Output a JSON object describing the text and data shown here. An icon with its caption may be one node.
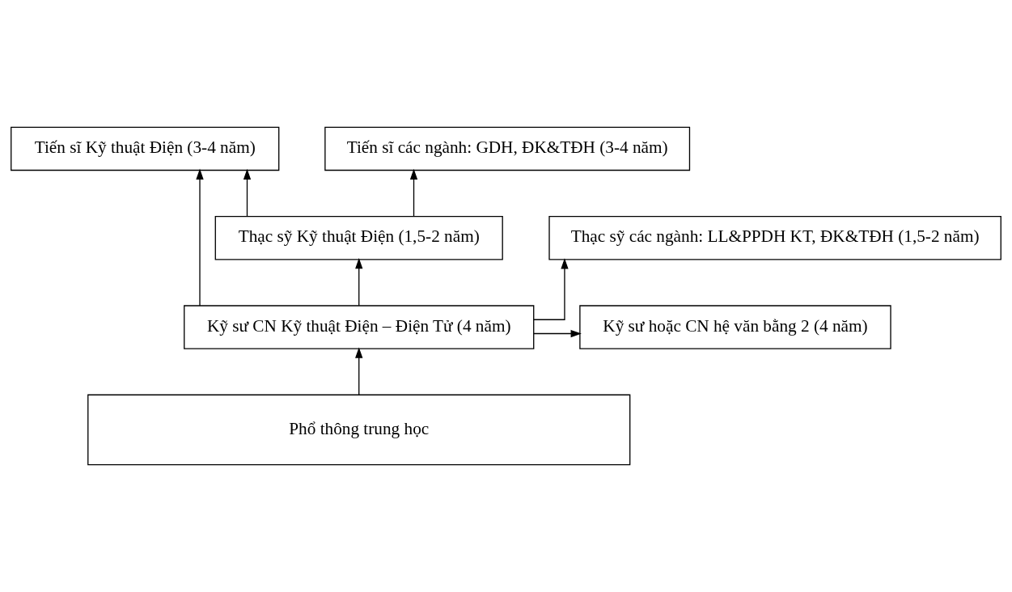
{
  "diagram": {
    "nodes": [
      {
        "text": [
          "Tiến sĩ Kỹ thuật Điện (3-4 năm)"
        ]
      },
      {
        "text": [
          "Tiến sĩ các ngành: GDH, ĐK&TĐH (3-4 năm)"
        ]
      },
      {
        "text": [
          "Thạc sỹ Kỹ thuật Điện (1,5-2 năm)"
        ]
      },
      {
        "text": [
          "Thạc sỹ các ngành: LL&PPDH KT, ĐK&TĐH (1,5-2 năm)"
        ]
      },
      {
        "text": [
          "Kỹ sư CN Kỹ thuật Điện – Điện Tử (4 năm)"
        ]
      },
      {
        "text": [
          "Kỹ sư hoặc CN hệ văn bằng 2 (4 năm)"
        ]
      },
      {
        "text": [
          "Phổ thông trung học"
        ]
      }
    ],
    "edges": [
      {
        "from": 6,
        "to": 4,
        "arrow": "to"
      },
      {
        "from": 4,
        "to": 2,
        "arrow": "to"
      },
      {
        "from": 2,
        "to": 0,
        "arrow": "to"
      },
      {
        "from": 4,
        "to": 0,
        "arrow": "to"
      },
      {
        "from": 2,
        "to": 1,
        "arrow": "to"
      },
      {
        "from": 4,
        "to": 3,
        "arrow": "to"
      },
      {
        "from": 4,
        "to": 5,
        "arrow": "to"
      }
    ]
  }
}
